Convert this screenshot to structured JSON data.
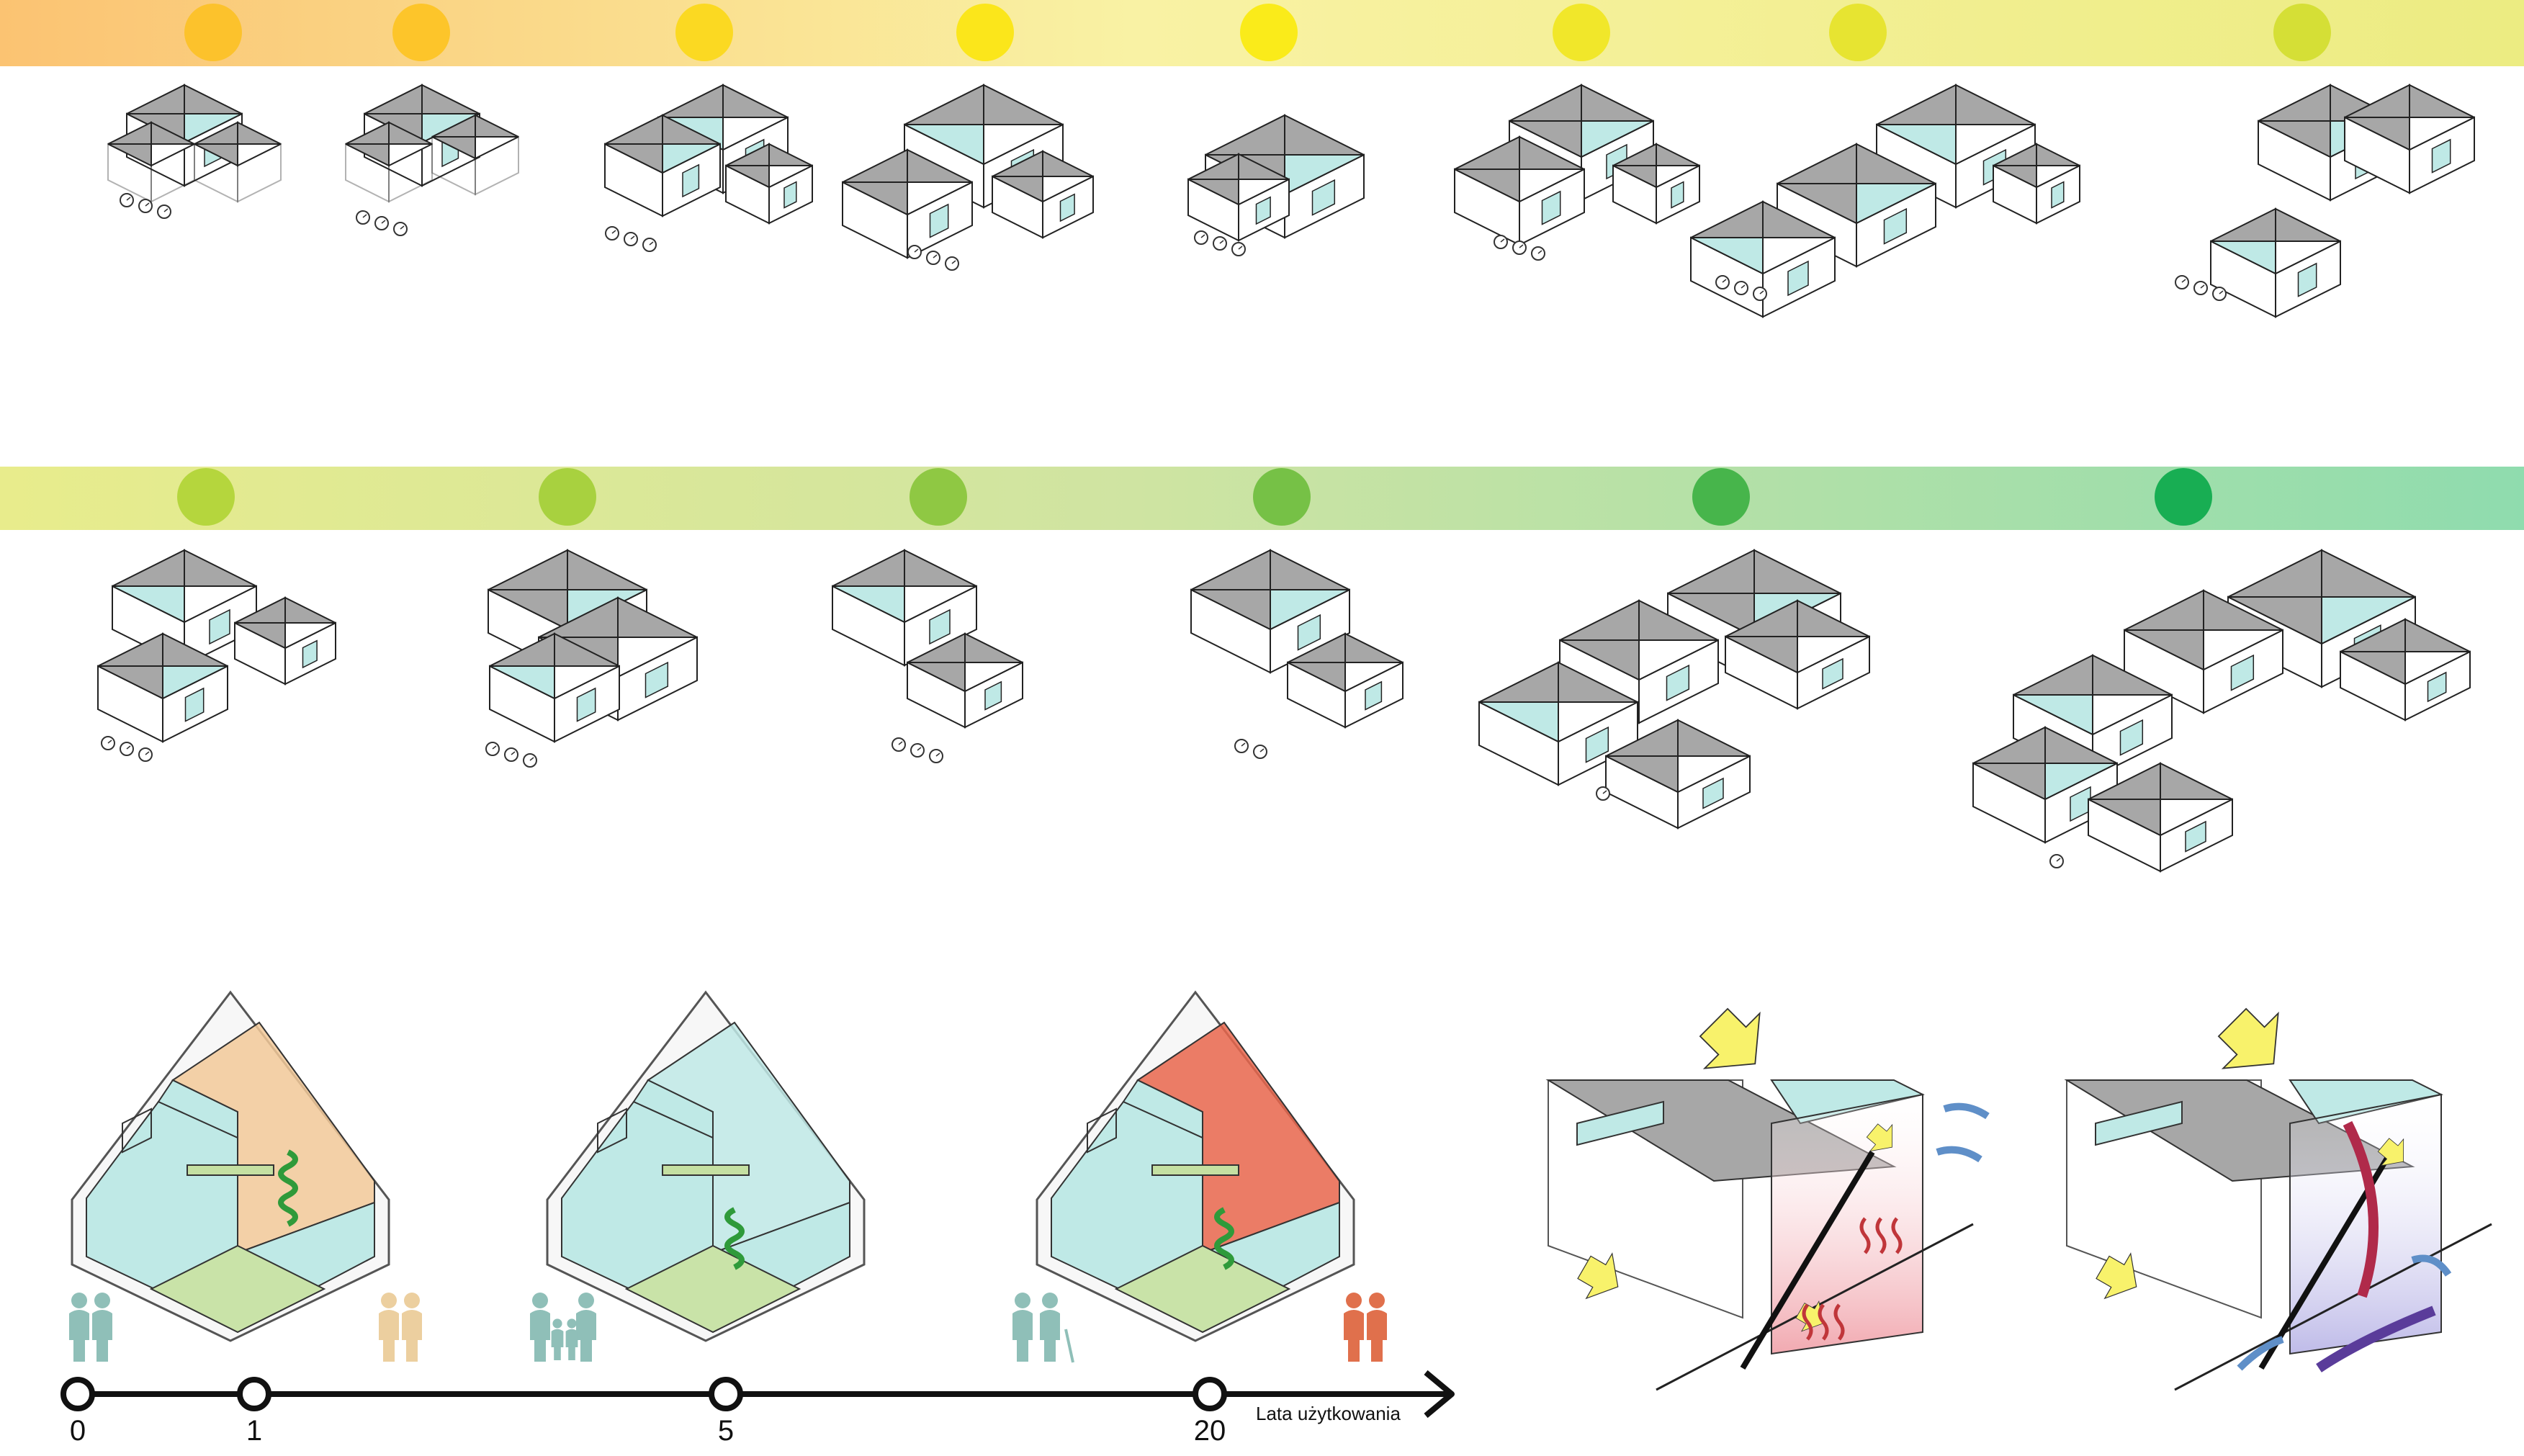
{
  "colors": {
    "band_top": [
      "#fbc372",
      "#f9f2a4",
      "#ecec82"
    ],
    "band_bottom": [
      "#e8ec8c",
      "#cfe4a2",
      "#8fdcae"
    ],
    "stage_dots_top": [
      "#fcc22c",
      "#fdc52a",
      "#fbd922",
      "#fbe61b",
      "#faeb1a",
      "#f1e72a",
      "#e7e431",
      "#d5df36"
    ],
    "stage_dots_bottom": [
      "#b5d63d",
      "#a8d13f",
      "#8fc843",
      "#76c146",
      "#47b54b",
      "#18ae53"
    ],
    "roof": "#a7a7a7",
    "glass": "#bfe9e6",
    "wall": "#ffffff",
    "floor_green": "#c9e3a8",
    "roof_stage1": "#f2c999",
    "roof_stage3": "#e9664c",
    "people_teal": "#8fbfb8",
    "people_tan": "#eccf9f",
    "people_red": "#e0704c",
    "sun_arrow": "#f8f26b",
    "wind_arrow": "#5f8fc8"
  },
  "timeline": {
    "ticks": [
      "0",
      "1",
      "5",
      "20"
    ],
    "label": "Lata użytkowania"
  }
}
